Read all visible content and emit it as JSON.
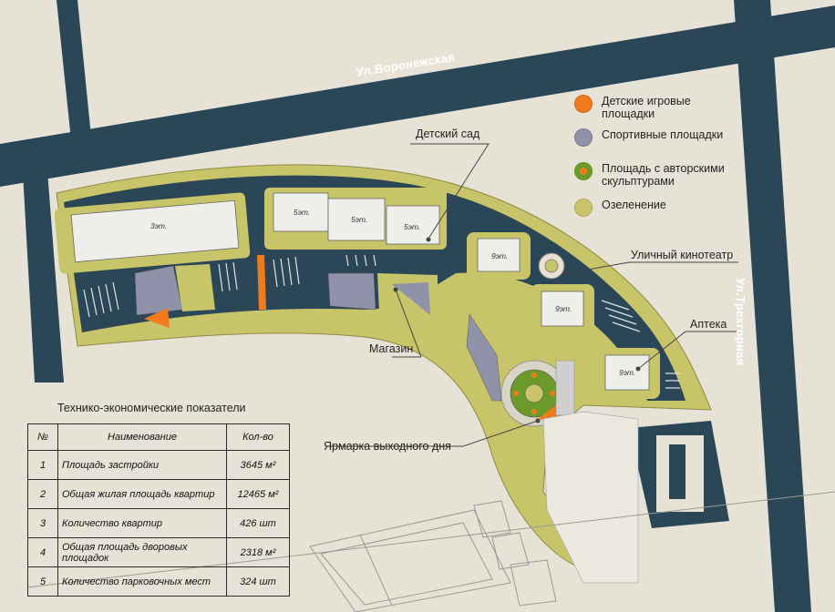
{
  "streets": {
    "voronezhskaya": "Ул.Воронежская",
    "trekhgornaya": "Ул.Трехгорная"
  },
  "legend": [
    {
      "label": "Детские игровые площадки",
      "color": "#f07a1c"
    },
    {
      "label": "Спортивные площадки",
      "color": "#8f92a8"
    },
    {
      "label": "Площадь с авторскими скульптурами",
      "color": "#6b9a2a"
    },
    {
      "label": "Озеленение",
      "color": "#c8c46a"
    }
  ],
  "callouts": {
    "kindergarten": "Детский сад",
    "cinema": "Уличный кинотеатр",
    "pharmacy": "Аптека",
    "shop": "Магазин",
    "fair": "Ярмарка выходного дня"
  },
  "buildings": {
    "b1": "3эт.",
    "b2": "5эт.",
    "b3": "5эт.",
    "b4": "5эт.",
    "b5": "9эт.",
    "b6": "9эт.",
    "b7": "9эт."
  },
  "tech": {
    "title": "Технико-экономические показатели",
    "headers": {
      "num": "№",
      "name": "Наименование",
      "value": "Кол-во"
    },
    "rows": [
      {
        "num": "1",
        "name": "Площадь застройки",
        "value": "3645 м²"
      },
      {
        "num": "2",
        "name": "Общая жилая площадь квартир",
        "value": "12465 м²"
      },
      {
        "num": "3",
        "name": "Количество квартир",
        "value": "426 шт"
      },
      {
        "num": "4",
        "name": "Общая площадь дворовых площадок",
        "value": "2318 м²"
      },
      {
        "num": "5",
        "name": "Количество парковочных мест",
        "value": "324 шт"
      }
    ]
  },
  "colors": {
    "road": "#2b4656",
    "background": "#e6e3d6",
    "green": "#c8c46a",
    "sport": "#8f92a8",
    "play": "#f07a1c",
    "sculpture": "#6b9a2a",
    "building": "#eeeeea"
  }
}
